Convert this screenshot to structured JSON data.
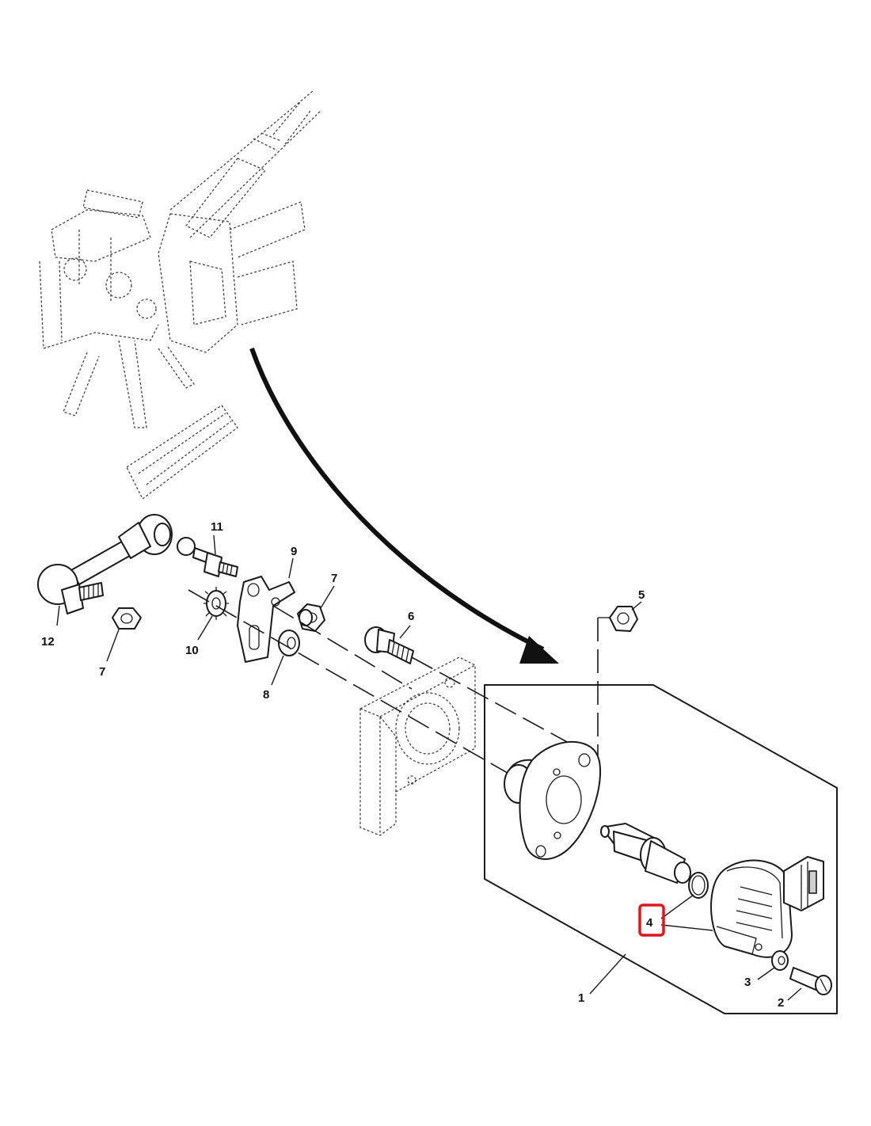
{
  "callouts": {
    "c1": "1",
    "c2": "2",
    "c3": "3",
    "c4": "4",
    "c5": "5",
    "c6": "6",
    "c7a": "7",
    "c7b": "7",
    "c8": "8",
    "c9": "9",
    "c10": "10",
    "c11": "11",
    "c12": "12"
  },
  "highlight": {
    "part": "4",
    "color": "#e0161b"
  },
  "colors": {
    "line": "#1a1a1a",
    "background": "#ffffff"
  }
}
